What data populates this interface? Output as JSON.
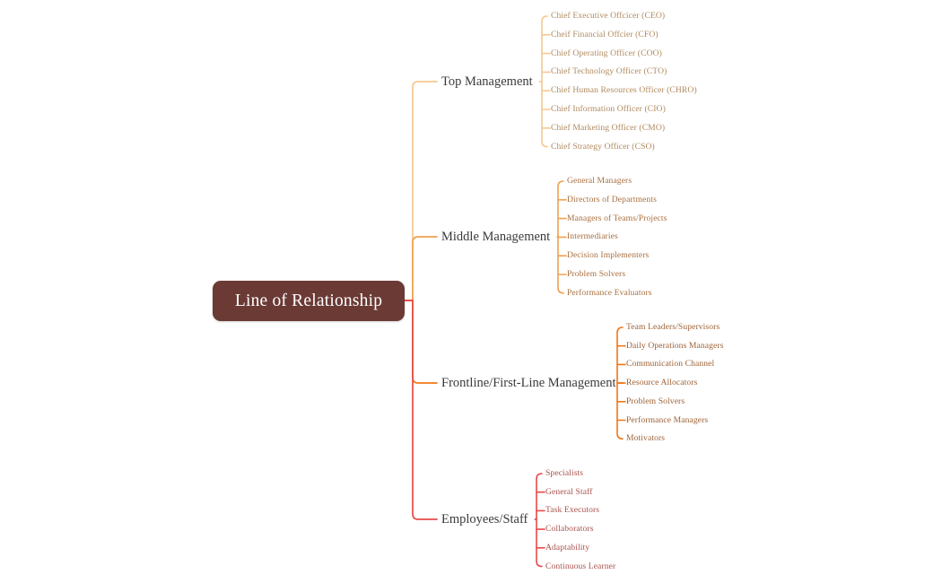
{
  "diagram": {
    "type": "mind-map",
    "title": "Line of Relationship",
    "background_color": "#ffffff",
    "root": {
      "label": "Line of Relationship",
      "background_color": "#6B3A35",
      "text_color": "#ffffff"
    },
    "branches": [
      {
        "label": "Top Management",
        "connector_color": "#F5C98F",
        "text_color": "#b08a5e",
        "children": [
          "Chief Executive Offcicer (CEO)",
          "Cheif Financial Offcier (CFO)",
          "Chief Operating Officer (COO)",
          "Chief Technology Officer (CTO)",
          "Chief Human Resources Officer (CHRO)",
          "Chief Information Officer (CIO)",
          "Chief Marketing Officer (CMO)",
          "Chief Strategy Officer (CSO)"
        ]
      },
      {
        "label": "Middle Management",
        "connector_color": "#F0A150",
        "text_color": "#a9703f",
        "children": [
          "General Managers",
          "Directors of Departments",
          "Managers of Teams/Projects",
          "Intermediaries",
          "Decision Implementers",
          "Problem Solvers",
          "Performance Evaluators"
        ]
      },
      {
        "label": "Frontline/First-Line Management",
        "connector_color": "#F07818",
        "text_color": "#9d6237",
        "children": [
          "Team Leaders/Supervisors",
          "Daily Operations Managers",
          "Communication Channel",
          "Resource Allocators",
          "Problem Solvers",
          "Performance Managers",
          "Motivators"
        ]
      },
      {
        "label": "Employees/Staff",
        "connector_color": "#E84A4A",
        "text_color": "#a8524d",
        "children": [
          "Specialists",
          "General Staff",
          "Task Executors",
          "Collaborators",
          "Adaptability",
          "Continuous Learner"
        ]
      }
    ]
  }
}
